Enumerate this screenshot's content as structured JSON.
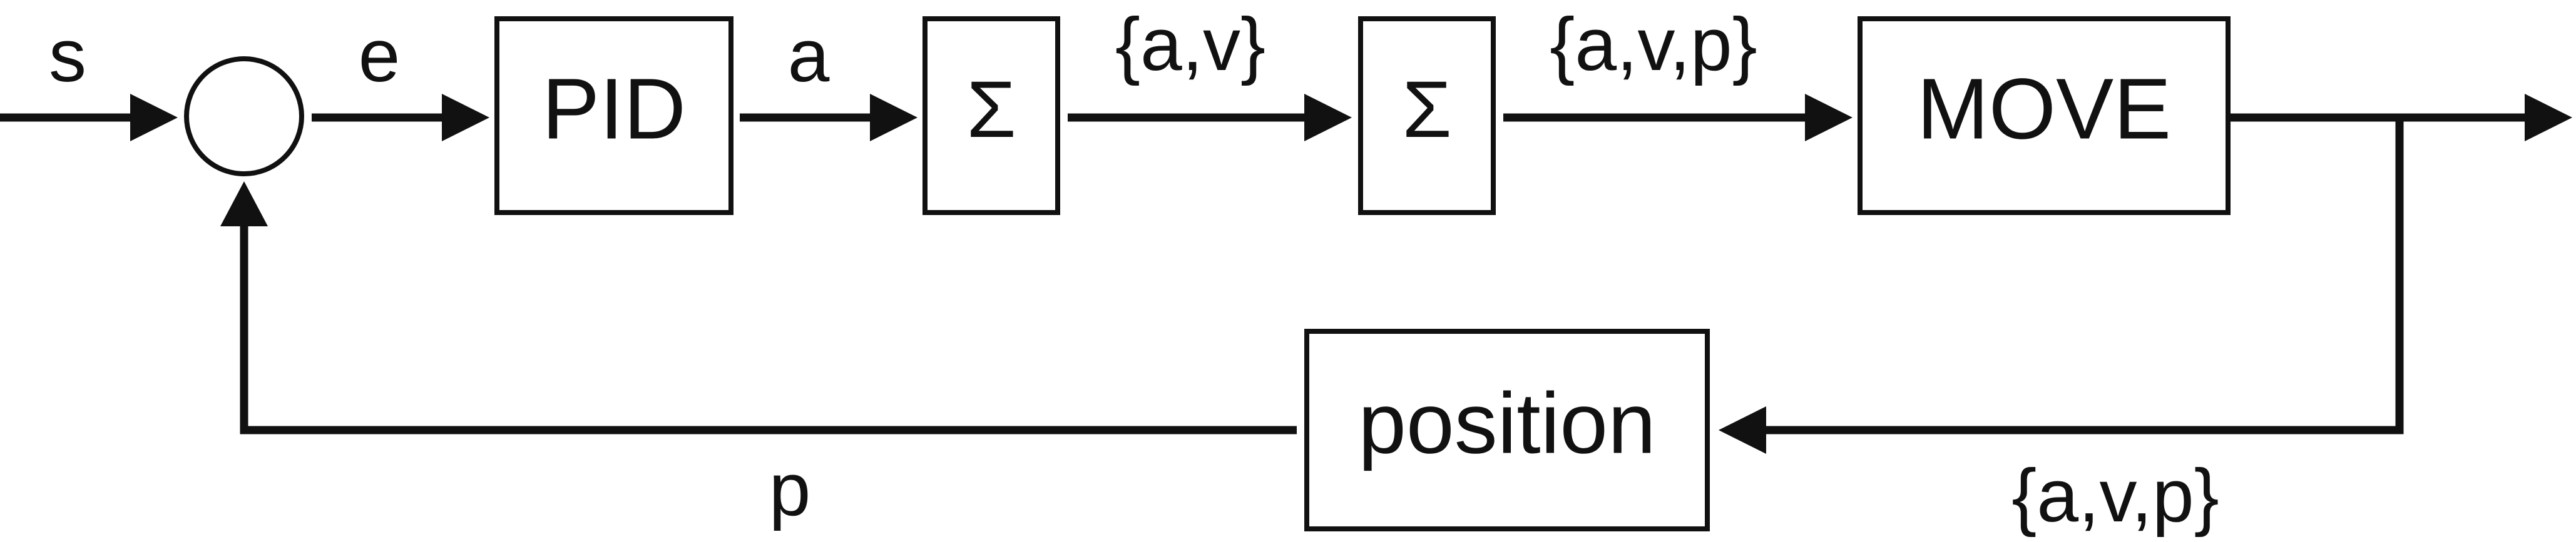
{
  "diagram": {
    "colors": {
      "line": "#111111",
      "background": "#ffffff"
    },
    "blocks": {
      "pid": "PID",
      "integrator_1": "Σ",
      "integrator_2": "Σ",
      "move": "MOVE",
      "position": "position"
    },
    "signals": {
      "setpoint": "s",
      "error": "e",
      "acceleration": "a",
      "state_av": "{a,v}",
      "state_avp": "{a,v,p}",
      "feedback_state": "{a,v,p}",
      "position_feedback": "p"
    }
  }
}
